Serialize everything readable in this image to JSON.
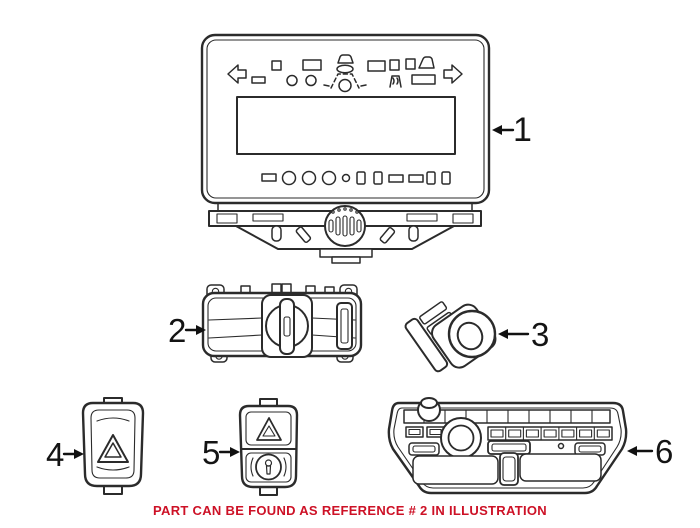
{
  "illustration": {
    "parts": [
      {
        "ref": "1",
        "item": "climate-control-panel"
      },
      {
        "ref": "2",
        "item": "headlight-switch"
      },
      {
        "ref": "3",
        "item": "ignition-switch"
      },
      {
        "ref": "4",
        "item": "hazard-warning-switch"
      },
      {
        "ref": "5",
        "item": "hazard-central-locking-switch"
      },
      {
        "ref": "6",
        "item": "radio-media-control-panel"
      }
    ]
  },
  "footer": {
    "text": "PART CAN BE FOUND AS REFERENCE # 2 IN ILLUSTRATION"
  },
  "colors": {
    "line": "#2b2b2b",
    "note_red": "#cd1126",
    "background": "#ffffff"
  }
}
